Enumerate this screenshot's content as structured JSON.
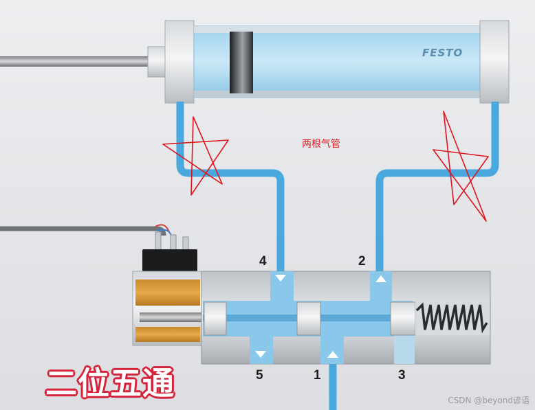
{
  "title": "二位五通",
  "annotation": "两根气管",
  "cylinder_brand": "FESTO",
  "ports": {
    "p4": "4",
    "p2": "2",
    "p5": "5",
    "p1": "1",
    "p3": "3"
  },
  "watermark": "CSDN @beyond谚语",
  "colors": {
    "air": "#49a9de",
    "annotation": "#e0141c",
    "title_outline": "#d4233a"
  }
}
